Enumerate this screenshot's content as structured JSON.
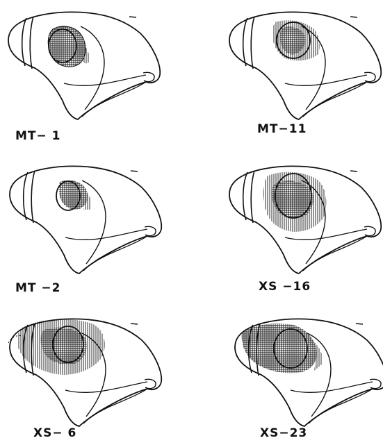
{
  "panels": [
    {
      "id": "p1",
      "label": "MT-1",
      "display_label": "MT− 1"
    },
    {
      "id": "p2",
      "label": "MT-11",
      "display_label": "MT−11"
    },
    {
      "id": "p3",
      "label": "MT-2",
      "display_label": "MT −2"
    },
    {
      "id": "p4",
      "label": "XS-16",
      "display_label": "XS −16"
    },
    {
      "id": "p5",
      "label": "XS-6",
      "display_label": "XS− 6"
    },
    {
      "id": "p6",
      "label": "XS-23",
      "display_label": "XS−23"
    }
  ],
  "colors": {
    "ink": "#111111",
    "paper": "#ffffff"
  }
}
